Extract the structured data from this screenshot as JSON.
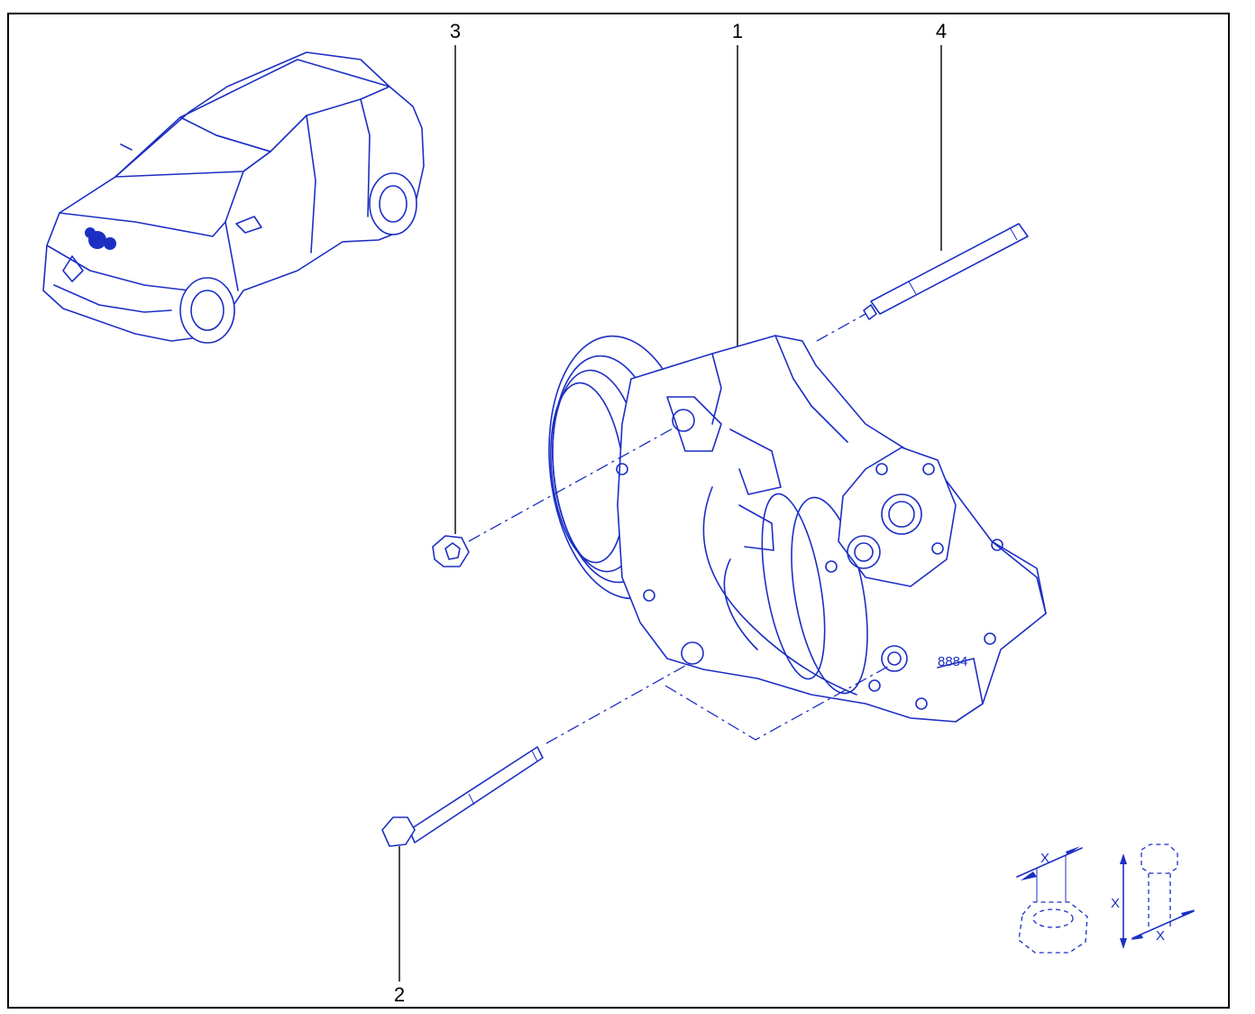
{
  "callouts": {
    "c1": "1",
    "c2": "2",
    "c3": "3",
    "c4": "4"
  },
  "symbols": {
    "nut_dim": "X",
    "bolt_dim_length": "X",
    "bolt_dim_diameter": "X"
  },
  "colors": {
    "line_art": "#1c2fc4",
    "callout_text": "#000000",
    "frame": "#000000"
  }
}
